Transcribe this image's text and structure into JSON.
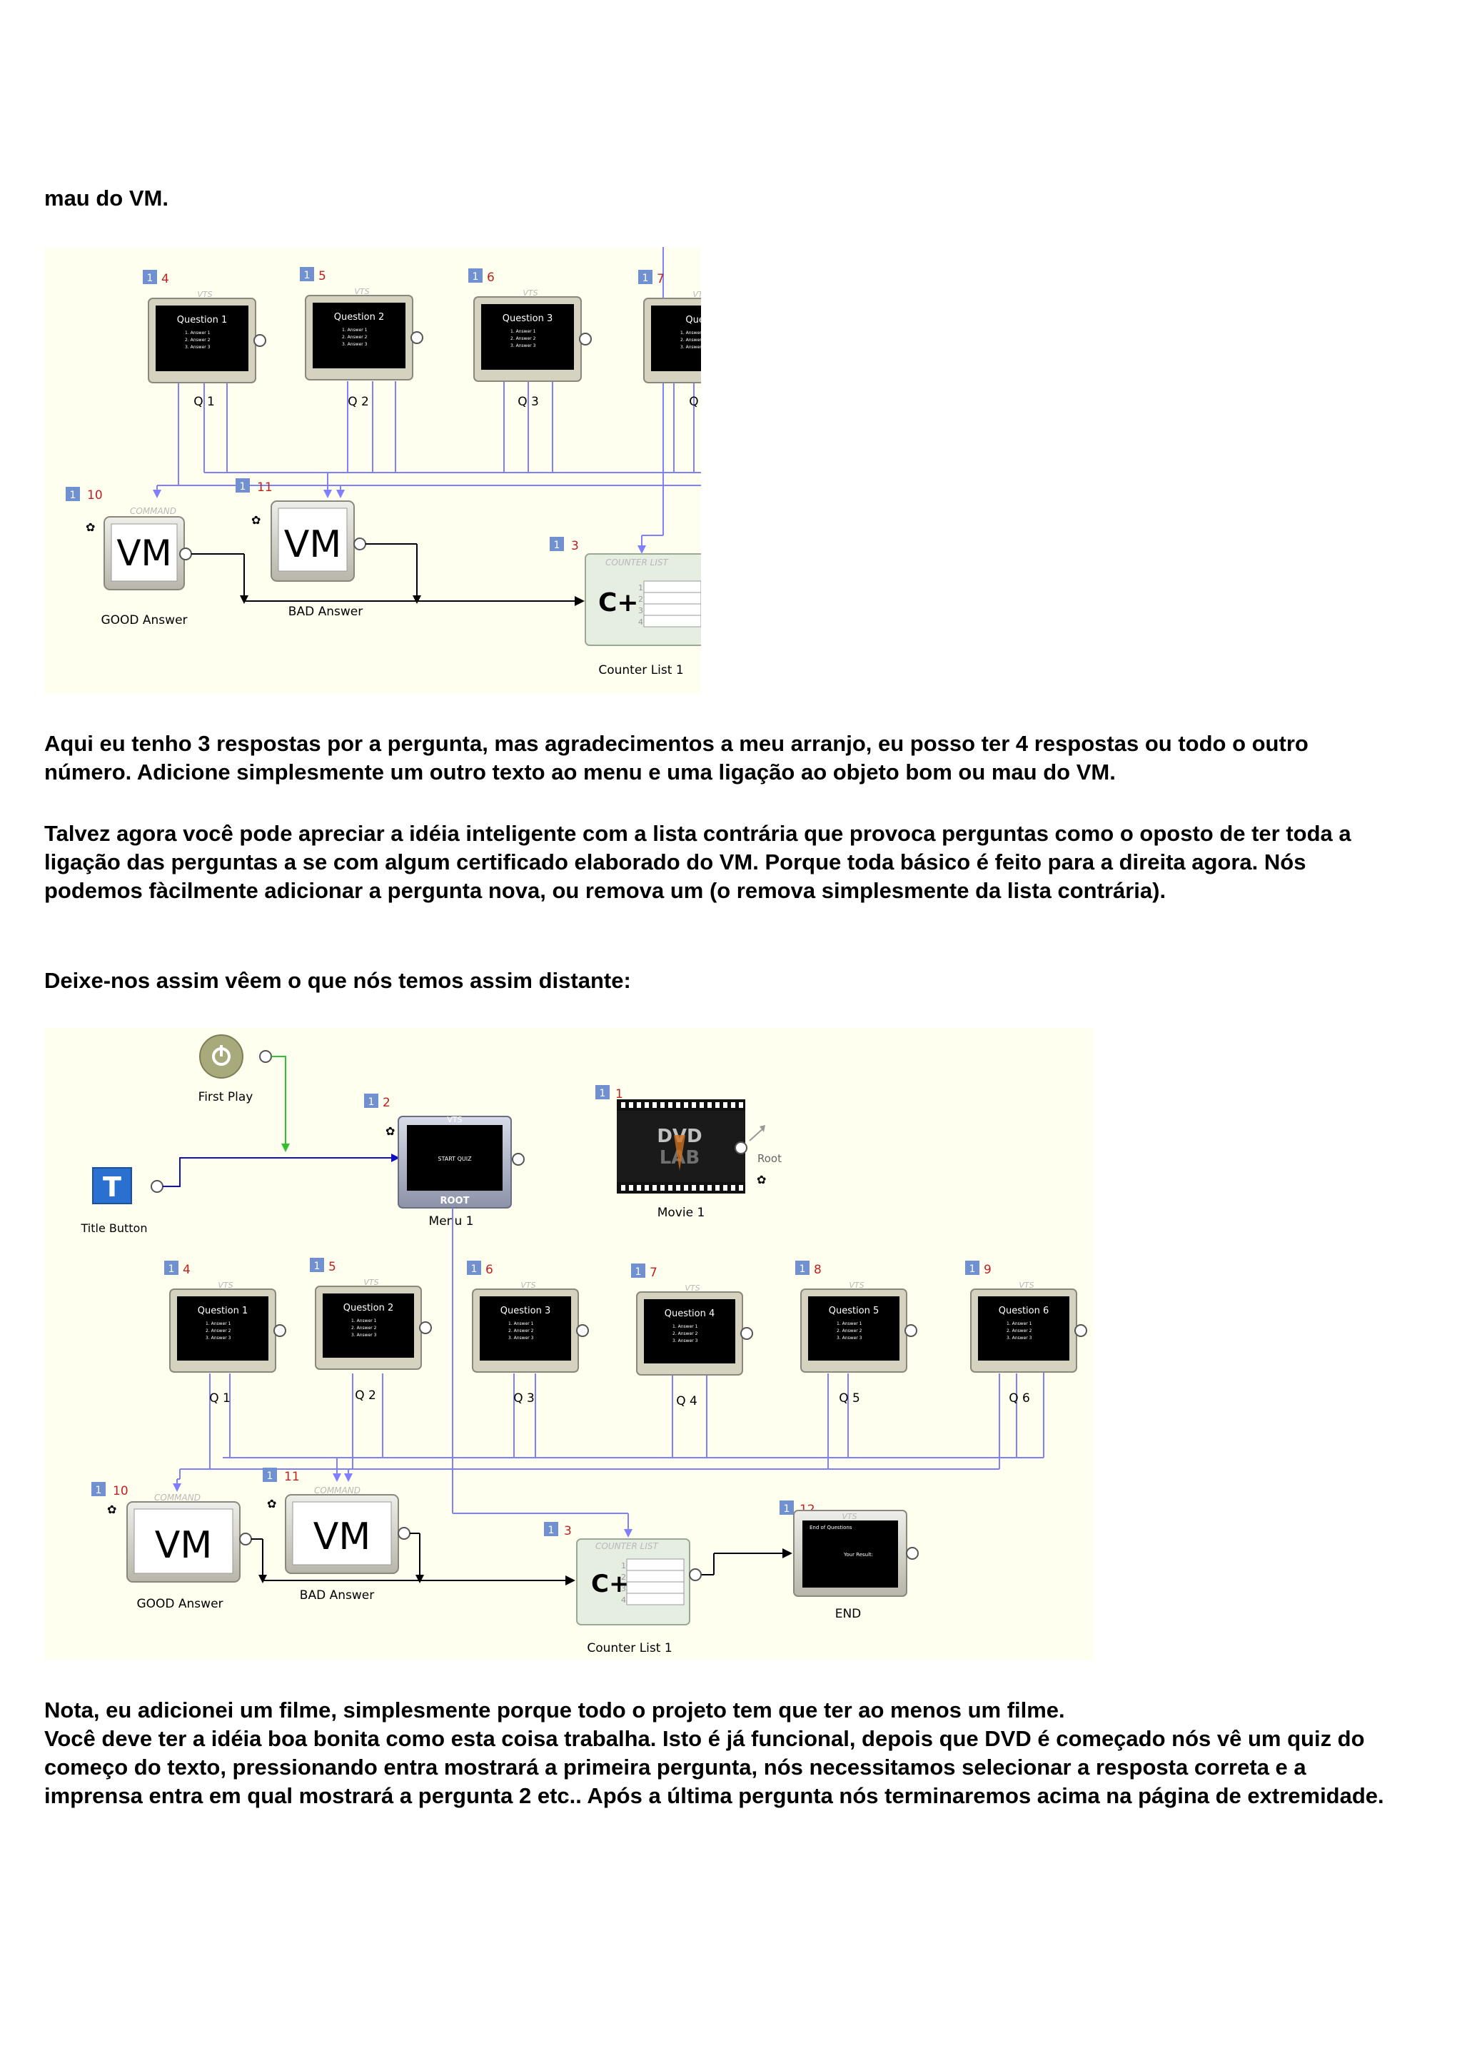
{
  "text": {
    "p_intro": "mau do VM.",
    "p_answers": "Aqui eu tenho 3 respostas por a pergunta, mas agradecimentos a meu arranjo, eu posso ter 4 respostas ou todo o outro número. Adicione simplesmente um outro texto ao menu e uma ligação ao objeto bom ou mau do VM.",
    "p_idea": "Talvez agora você pode apreciar a idéia inteligente com a lista contrária que provoca perguntas como o oposto de ter toda a ligação das perguntas a se com algum certificado elaborado do VM. Porque toda básico é feito para a direita agora. Nós podemos fàcilmente adicionar a pergunta nova, ou remova um (o remova simplesmente da lista contrária).",
    "p_see": "Deixe-nos assim vêem o que nós temos assim distante:",
    "p_note": "Nota, eu adicionei um filme, simplesmente porque todo o projeto tem que ter ao menos um filme.\nVocê deve ter a idéia boa bonita como esta coisa trabalha. Isto é já funcional, depois que DVD é começado nós vê um quiz do começo do texto, pressionando entra mostrará a primeira pergunta, nós necessitamos selecionar a resposta correta e a imprensa entra em qual mostrará a pergunta 2 etc.. Após a última pergunta nós terminaremos acima na página de extremidade."
  },
  "diagram1": {
    "questions": [
      {
        "id": "4",
        "title": "Question 1",
        "link": "Q 1"
      },
      {
        "id": "5",
        "title": "Question 2",
        "link": "Q 2"
      },
      {
        "id": "6",
        "title": "Question 3",
        "link": "Q 3"
      },
      {
        "id": "7",
        "title": "Ques",
        "link": "Q"
      }
    ],
    "header_vts": "VTS",
    "header_command": "COMMAND",
    "header_counter": "COUNTER LIST",
    "vm_text": "VM",
    "good": {
      "id": "10",
      "label": "GOOD Answer"
    },
    "bad": {
      "id": "11",
      "label": "BAD Answer"
    },
    "counter": {
      "id": "3",
      "label": "Counter List 1",
      "rows": [
        "1",
        "2",
        "3",
        "4"
      ]
    }
  },
  "diagram2": {
    "first_play_label": "First Play",
    "title_button_label": "Title Button",
    "menu": {
      "id": "2",
      "label": "Menu 1",
      "screen_text": "START QUIZ",
      "footer": "ROOT",
      "header": "VTS"
    },
    "movie": {
      "id": "1",
      "label": "Movie 1",
      "root_label": "Root",
      "logo_top": "DVD",
      "logo_bottom": "LAB"
    },
    "questions": [
      {
        "id": "4",
        "title": "Question 1",
        "link": "Q 1"
      },
      {
        "id": "5",
        "title": "Question 2",
        "link": "Q 2"
      },
      {
        "id": "6",
        "title": "Question 3",
        "link": "Q 3"
      },
      {
        "id": "7",
        "title": "Question 4",
        "link": "Q 4"
      },
      {
        "id": "8",
        "title": "Question 5",
        "link": "Q 5"
      },
      {
        "id": "9",
        "title": "Question 6",
        "link": "Q 6"
      }
    ],
    "answers": [
      "1. Answer 1",
      "2. Answer 2",
      "3. Answer 3"
    ],
    "header_vts": "VTS",
    "header_command": "COMMAND",
    "header_counter": "COUNTER LIST",
    "vm_text": "VM",
    "good": {
      "id": "10",
      "label": "GOOD Answer"
    },
    "bad": {
      "id": "11",
      "label": "BAD Answer"
    },
    "counter": {
      "id": "3",
      "label": "Counter List 1",
      "rows": [
        "1",
        "2",
        "3",
        "4"
      ]
    },
    "end": {
      "id": "12",
      "label": "END",
      "line1": "End of Questions",
      "line2": "Your Result:"
    }
  },
  "colors": {
    "diagram_bg": "#fffff0",
    "link_blue": "#8080ff",
    "link_dark": "#1010c0",
    "link_green": "#30c030",
    "badge_blue": "#7090d0",
    "badge_num": "#c02020"
  }
}
